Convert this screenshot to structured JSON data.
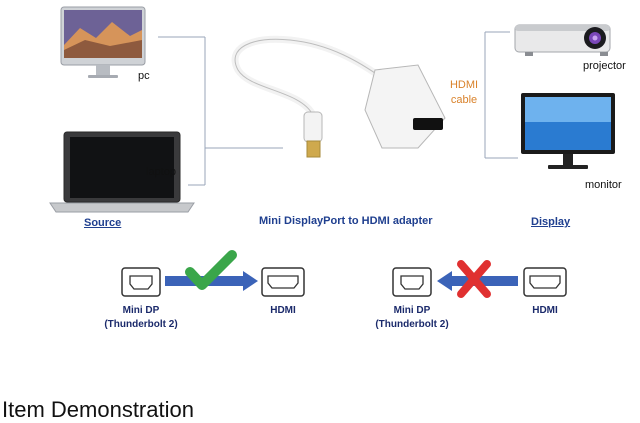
{
  "devices": {
    "pc": "pc",
    "laptop": "laptop",
    "projector": "projector",
    "monitor": "monitor"
  },
  "cable_label": [
    "HDMI",
    "cable"
  ],
  "headings": {
    "source": "Source",
    "adapter": "Mini DisplayPort to HDMI adapter",
    "display": "Display"
  },
  "flow_ok": {
    "from_label": [
      "Mini DP",
      "(Thunderbolt 2)"
    ],
    "to_label": "HDMI"
  },
  "flow_bad": {
    "from_label": [
      "Mini DP",
      "(Thunderbolt 2)"
    ],
    "to_label": "HDMI"
  },
  "footer_title": "Item Demonstration",
  "colors": {
    "arrow_blue": "#3b63b8",
    "check_green": "#3aa64a",
    "cross_red": "#e03030",
    "heading_blue": "#1f3f8f",
    "cable_orange": "#d9822b",
    "line_gray": "#9aa5b8"
  }
}
